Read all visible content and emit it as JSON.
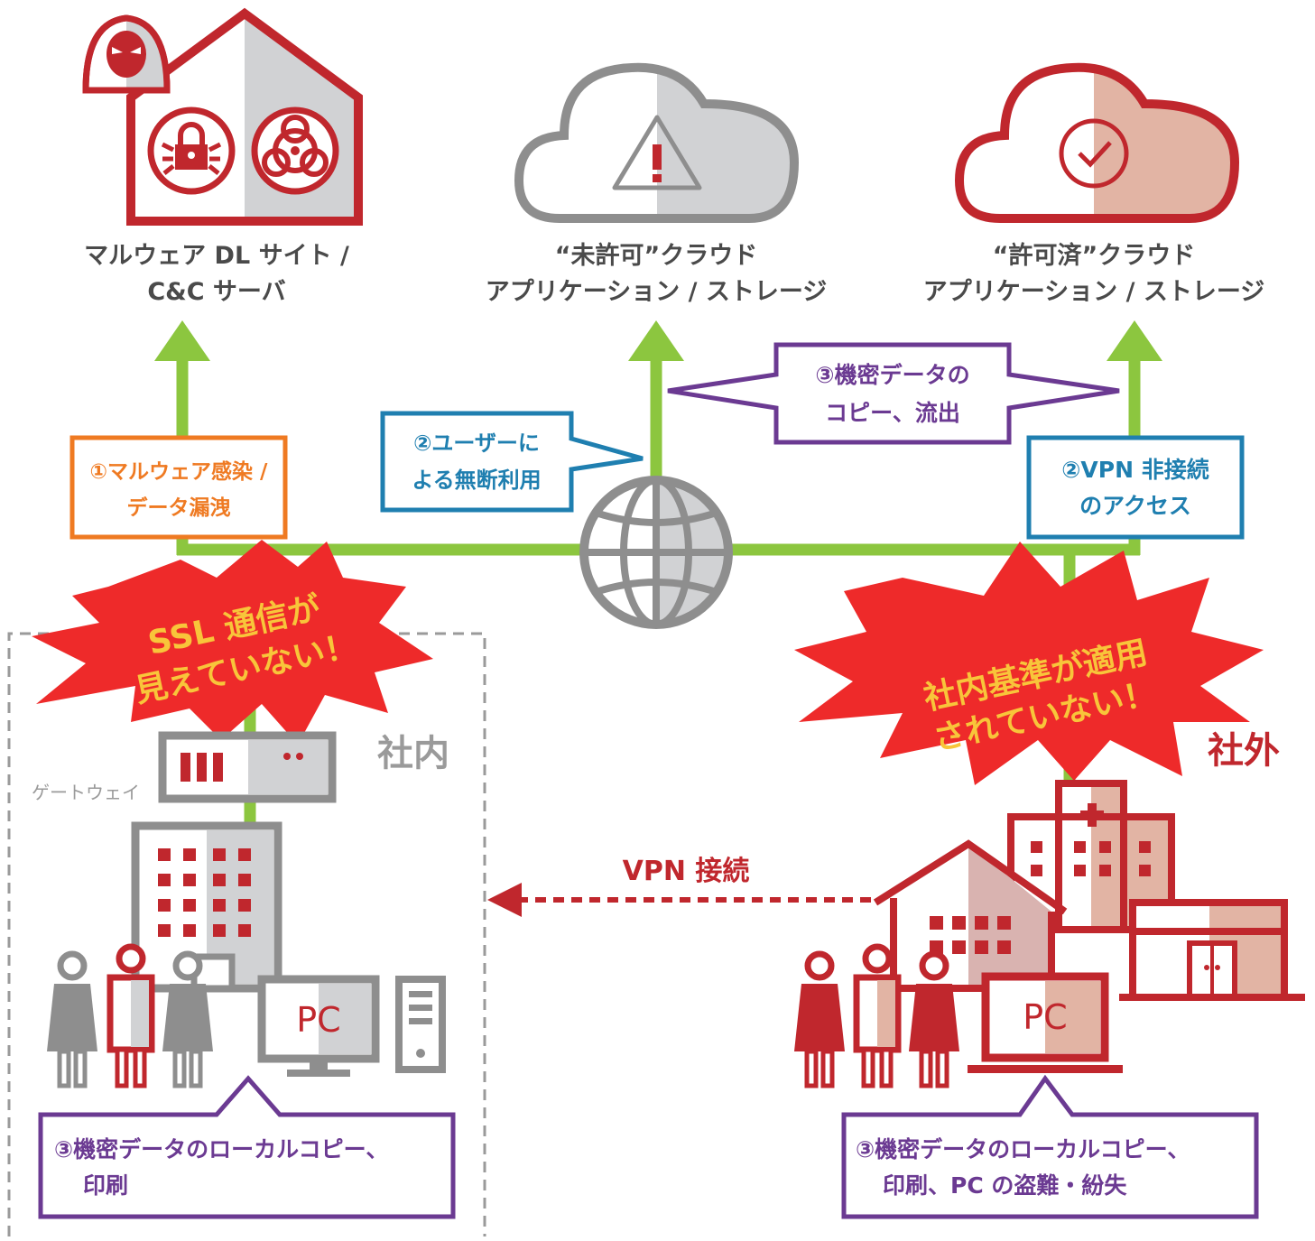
{
  "nodes": {
    "malware_site": {
      "line1": "マルウェア DL サイト /",
      "line2": "C&C サーバ"
    },
    "unapproved_cloud": {
      "line1": "“未許可”クラウド",
      "line2": "アプリケーション / ストレージ"
    },
    "approved_cloud": {
      "line1": "“許可済”クラウド",
      "line2": "アプリケーション / ストレージ"
    },
    "gateway": {
      "label": "ゲートウェイ"
    },
    "pc_internal": {
      "label": "PC"
    },
    "pc_external": {
      "label": "PC"
    }
  },
  "zones": {
    "internal": "社内",
    "external": "社外"
  },
  "callouts": {
    "malware_infection": {
      "line1": "①マルウェア感染 /",
      "line2": "データ漏洩"
    },
    "unauthorized_use": {
      "line1": "②ユーザーに",
      "line2": "よる無断利用"
    },
    "data_copy_leak": {
      "line1": "③機密データの",
      "line2": "コピー、流出"
    },
    "non_vpn_access": {
      "line1": "②VPN 非接続",
      "line2": "のアクセス"
    },
    "internal_local_copy": {
      "line1": "③機密データのローカルコピー、",
      "line2": "印刷"
    },
    "external_local_copy": {
      "line1": "③機密データのローカルコピー、",
      "line2": "印刷、PC の盗難・紛失"
    }
  },
  "bursts": {
    "ssl": {
      "line1": "SSL 通信が",
      "line2": "見えていない！"
    },
    "policy": {
      "line1": "社内基準が適用",
      "line2": "されていない！"
    }
  },
  "edges": {
    "vpn": "VPN 接続"
  },
  "colors": {
    "network_green": "#8cc63f",
    "brand_red": "#c0272d",
    "burst_red": "#ee2a2a",
    "burst_text": "#f8c53a",
    "gray": "#8e8e8e",
    "light_gray": "#d1d2d4",
    "salmon": "#e2b4a4",
    "purple": "#6b3a92",
    "orange": "#ef7a22",
    "blue": "#1f7fb0"
  },
  "icons": [
    "attacker-icon",
    "lock-bug-icon",
    "biohazard-icon",
    "warning-icon",
    "checkmark-icon",
    "globe-icon",
    "server-icon",
    "building-icon",
    "pc-icon",
    "tower-icon",
    "person-icon",
    "house-icon",
    "hospital-icon",
    "shop-icon"
  ]
}
